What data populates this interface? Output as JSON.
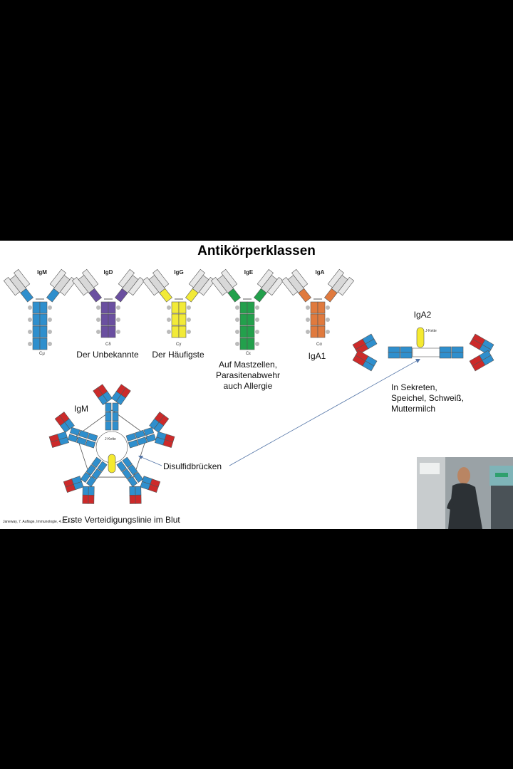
{
  "slide": {
    "title": "Antikörperklassen",
    "citation": "Janeway, 7. Auflage, Immunologie, 4.17, 4.20"
  },
  "antibodies": [
    {
      "name": "IgM",
      "c_label": "Cμ",
      "color": "#2f8fcd",
      "caption": ""
    },
    {
      "name": "IgD",
      "c_label": "Cδ",
      "color": "#6a4fa0",
      "caption": "Der Unbekannte"
    },
    {
      "name": "IgG",
      "c_label": "Cγ",
      "color": "#f2ea38",
      "caption": "Der Häufigste"
    },
    {
      "name": "IgE",
      "c_label": "Cε",
      "color": "#23a04c",
      "caption": "Auf Mastzellen, Parasitenabwehr auch Allergie"
    },
    {
      "name": "IgA",
      "c_label": "Cα",
      "color": "#e07a3e",
      "caption": "IgA1"
    }
  ],
  "iga2": {
    "title": "IgA2",
    "jchain_label": "J-Kette",
    "caption": "In Sekreten, Speichel, Schweiß, Muttermilch"
  },
  "igm_pentamer": {
    "title": "IgM",
    "jchain_label": "J-Kette",
    "disulfide_label": "Disulfidbrücken",
    "caption": "Erste Verteidigungslinie im Blut"
  },
  "colors": {
    "blue": "#2f8fcd",
    "red": "#cc2a2a",
    "yellow": "#f5ea30",
    "light_gray": "#dcdcdc"
  }
}
